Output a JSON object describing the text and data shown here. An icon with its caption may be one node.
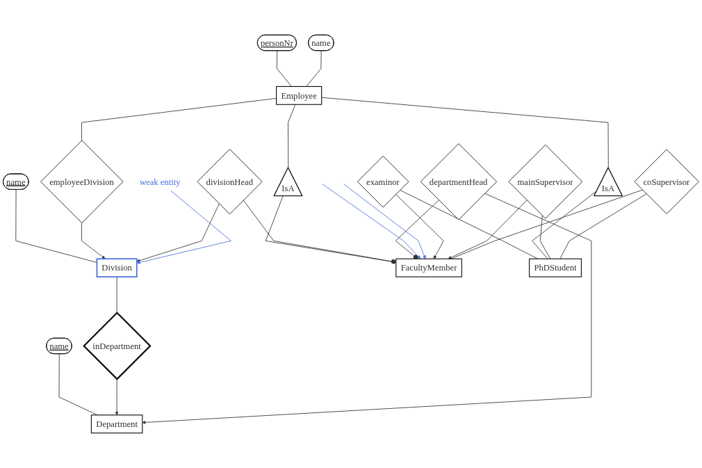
{
  "diagram": {
    "nodes": [
      {
        "text": [
          "name"
        ]
      },
      {
        "text": [
          "name"
        ]
      },
      {
        "text": [
          "personNr"
        ]
      },
      {
        "text": [
          "name"
        ]
      },
      {
        "text": [
          "Department"
        ]
      },
      {
        "text": [
          "inDepartment"
        ]
      },
      {
        "text": [
          "Division"
        ]
      },
      {
        "text": [
          "employeeDivision"
        ]
      },
      {
        "text": [
          "Employee"
        ]
      },
      {
        "text": [
          "IsA"
        ]
      },
      {
        "text": [
          "IsA"
        ]
      },
      {
        "text": [
          "weak entity"
        ]
      },
      {
        "text": [
          "departmentHead"
        ]
      },
      {
        "text": [
          "divisionHead"
        ]
      },
      {
        "text": [
          "FacultyMember"
        ]
      },
      {
        "text": [
          "examinor"
        ]
      },
      {
        "text": [
          "PhDStudent"
        ]
      },
      {
        "text": [
          "mainSupervisor"
        ]
      },
      {
        "text": [
          "coSupervisor"
        ]
      }
    ],
    "edges": [
      {
        "from": 0,
        "to": 4,
        "arrow": "none"
      },
      {
        "from": 1,
        "to": 6,
        "arrow": "none"
      },
      {
        "from": 2,
        "to": 8,
        "arrow": "none"
      },
      {
        "from": 3,
        "to": 8,
        "arrow": "none"
      },
      {
        "from": 5,
        "to": 4,
        "arrow": "to"
      },
      {
        "from": 6,
        "to": 5,
        "arrow": "none"
      },
      {
        "from": 7,
        "to": 6,
        "arrow": "to"
      },
      {
        "from": 8,
        "to": 7,
        "arrow": "none"
      },
      {
        "from": 8,
        "to": 9,
        "arrow": "none"
      },
      {
        "from": 8,
        "to": 10,
        "arrow": "none"
      },
      {
        "from": 12,
        "to": 4,
        "arrow": "to"
      },
      {
        "from": 13,
        "to": 6,
        "arrow": "to"
      },
      {
        "from": 11,
        "to": 6,
        "arrow": "to",
        "color": "#4a6fdc"
      },
      {
        "from": 9,
        "to": 14,
        "arrow": "none"
      },
      {
        "from": 13,
        "to": 14,
        "arrow": "other"
      },
      {
        "from": 12,
        "to": 14,
        "arrow": "other"
      },
      {
        "from": null,
        "to": 14,
        "arrow": "to",
        "color": "#4a6fdc"
      },
      {
        "from": null,
        "to": 14,
        "arrow": "to",
        "color": "#4a6fdc"
      },
      {
        "from": 15,
        "to": 14,
        "arrow": "to"
      },
      {
        "from": 15,
        "to": 16,
        "arrow": "none"
      },
      {
        "from": 10,
        "to": 16,
        "arrow": "none"
      },
      {
        "from": 17,
        "to": 14,
        "arrow": "to"
      },
      {
        "from": 17,
        "to": 16,
        "arrow": "none"
      },
      {
        "from": 18,
        "to": 14,
        "arrow": "none"
      },
      {
        "from": 18,
        "to": 16,
        "arrow": "none"
      }
    ]
  }
}
